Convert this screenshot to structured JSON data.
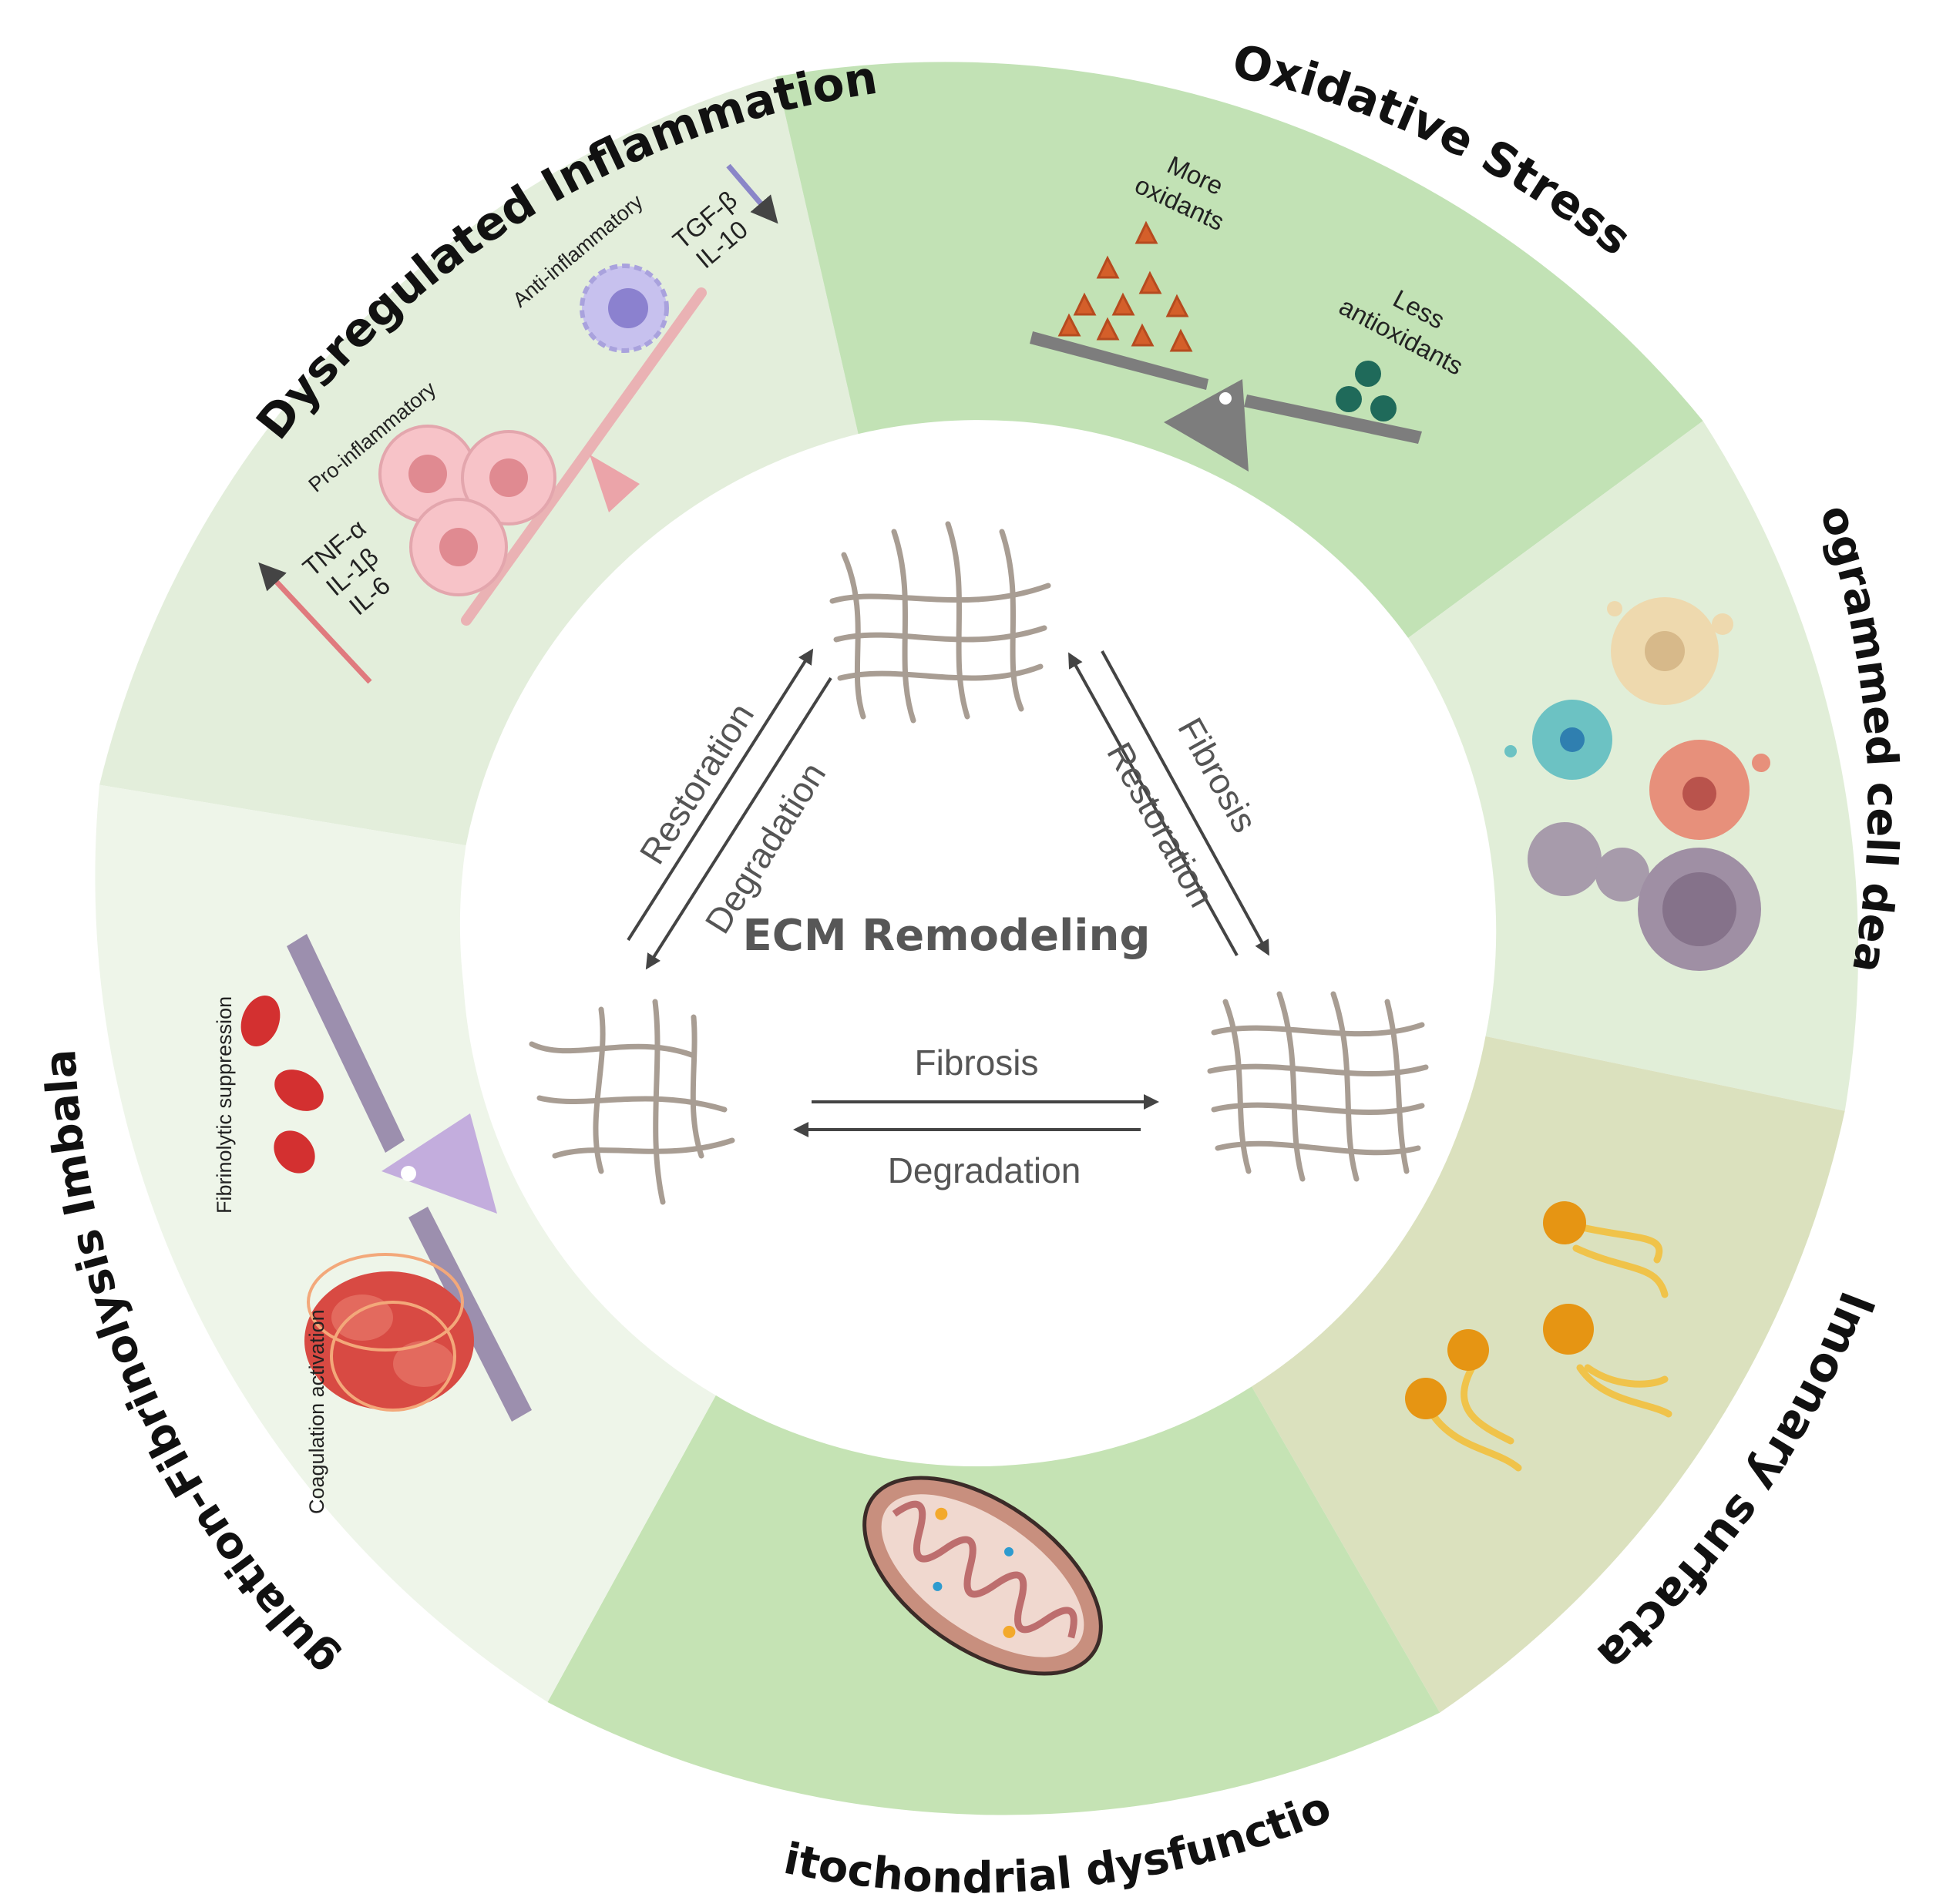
{
  "center": {
    "title": "ECM Remodeling"
  },
  "ecm_arrows": {
    "top_left_out": "Restoration",
    "top_left_in": "Degradation",
    "top_right_out": "Fibrosis",
    "top_right_in": "Restoration",
    "bottom_top": "Fibrosis",
    "bottom_bottom": "Degradation"
  },
  "segments": [
    {
      "id": "dysregulated-inflammation",
      "title": "Dysregulated Inflammation",
      "color": "#e3eedb"
    },
    {
      "id": "oxidative-stress",
      "title": "Oxidative Stress",
      "color": "#c2e2b5"
    },
    {
      "id": "programmed-cell-death",
      "title": "programmed cell death",
      "color": "#e1eed8"
    },
    {
      "id": "pulmonary-surfactant",
      "title": "pulmonary surfactant",
      "color": "#dbe1be"
    },
    {
      "id": "mitochondrial-dysfunction",
      "title": "Mitochondrial dysfunction",
      "color": "#c5e3b4"
    },
    {
      "id": "coagulation-fibrinolysis",
      "title": "Coagulation-Fibrinolysis Imbalance",
      "color": "#eef5e9"
    }
  ],
  "inflammation": {
    "anti_label": "Anti-inflammatory",
    "pro_label": "Pro-inflammatory",
    "anti_cytokines": [
      "TGF-β",
      "IL-10"
    ],
    "pro_cytokines": [
      "TNF-α",
      "IL-1β",
      "IL-6"
    ]
  },
  "oxidative": {
    "more_label": [
      "More",
      "oxidants"
    ],
    "less_label": [
      "Less",
      "antioxidants"
    ]
  },
  "coagulation": {
    "fibrinolytic_label": "Fibrinolytic suppression",
    "coagulation_label": "Coagulation activation"
  }
}
